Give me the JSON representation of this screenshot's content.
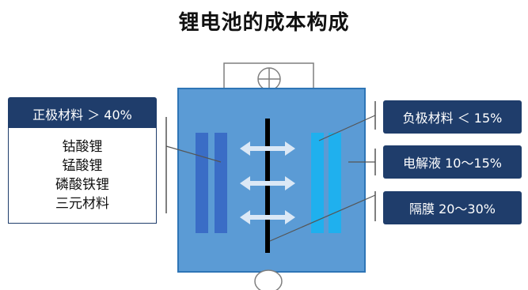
{
  "title": "锂电池的成本构成",
  "positive": {
    "label": "正极材料 ＞ 40%",
    "items": [
      "钴酸锂",
      "锰酸锂",
      "磷酸铁锂",
      "三元材料"
    ]
  },
  "negative_label": "负极材料 ＜ 15%",
  "electrolyte_label": "电解液 10～15%",
  "separator_label": "隔膜 20～30%",
  "colors": {
    "label_bg": "#1f3d6b",
    "cell_bg": "#5b9bd5",
    "cell_border": "#2e75b6",
    "cathode": "#3a6dc6",
    "anode": "#1fb0ee",
    "arrow": "#dbe8f6",
    "separator": "#000000"
  }
}
